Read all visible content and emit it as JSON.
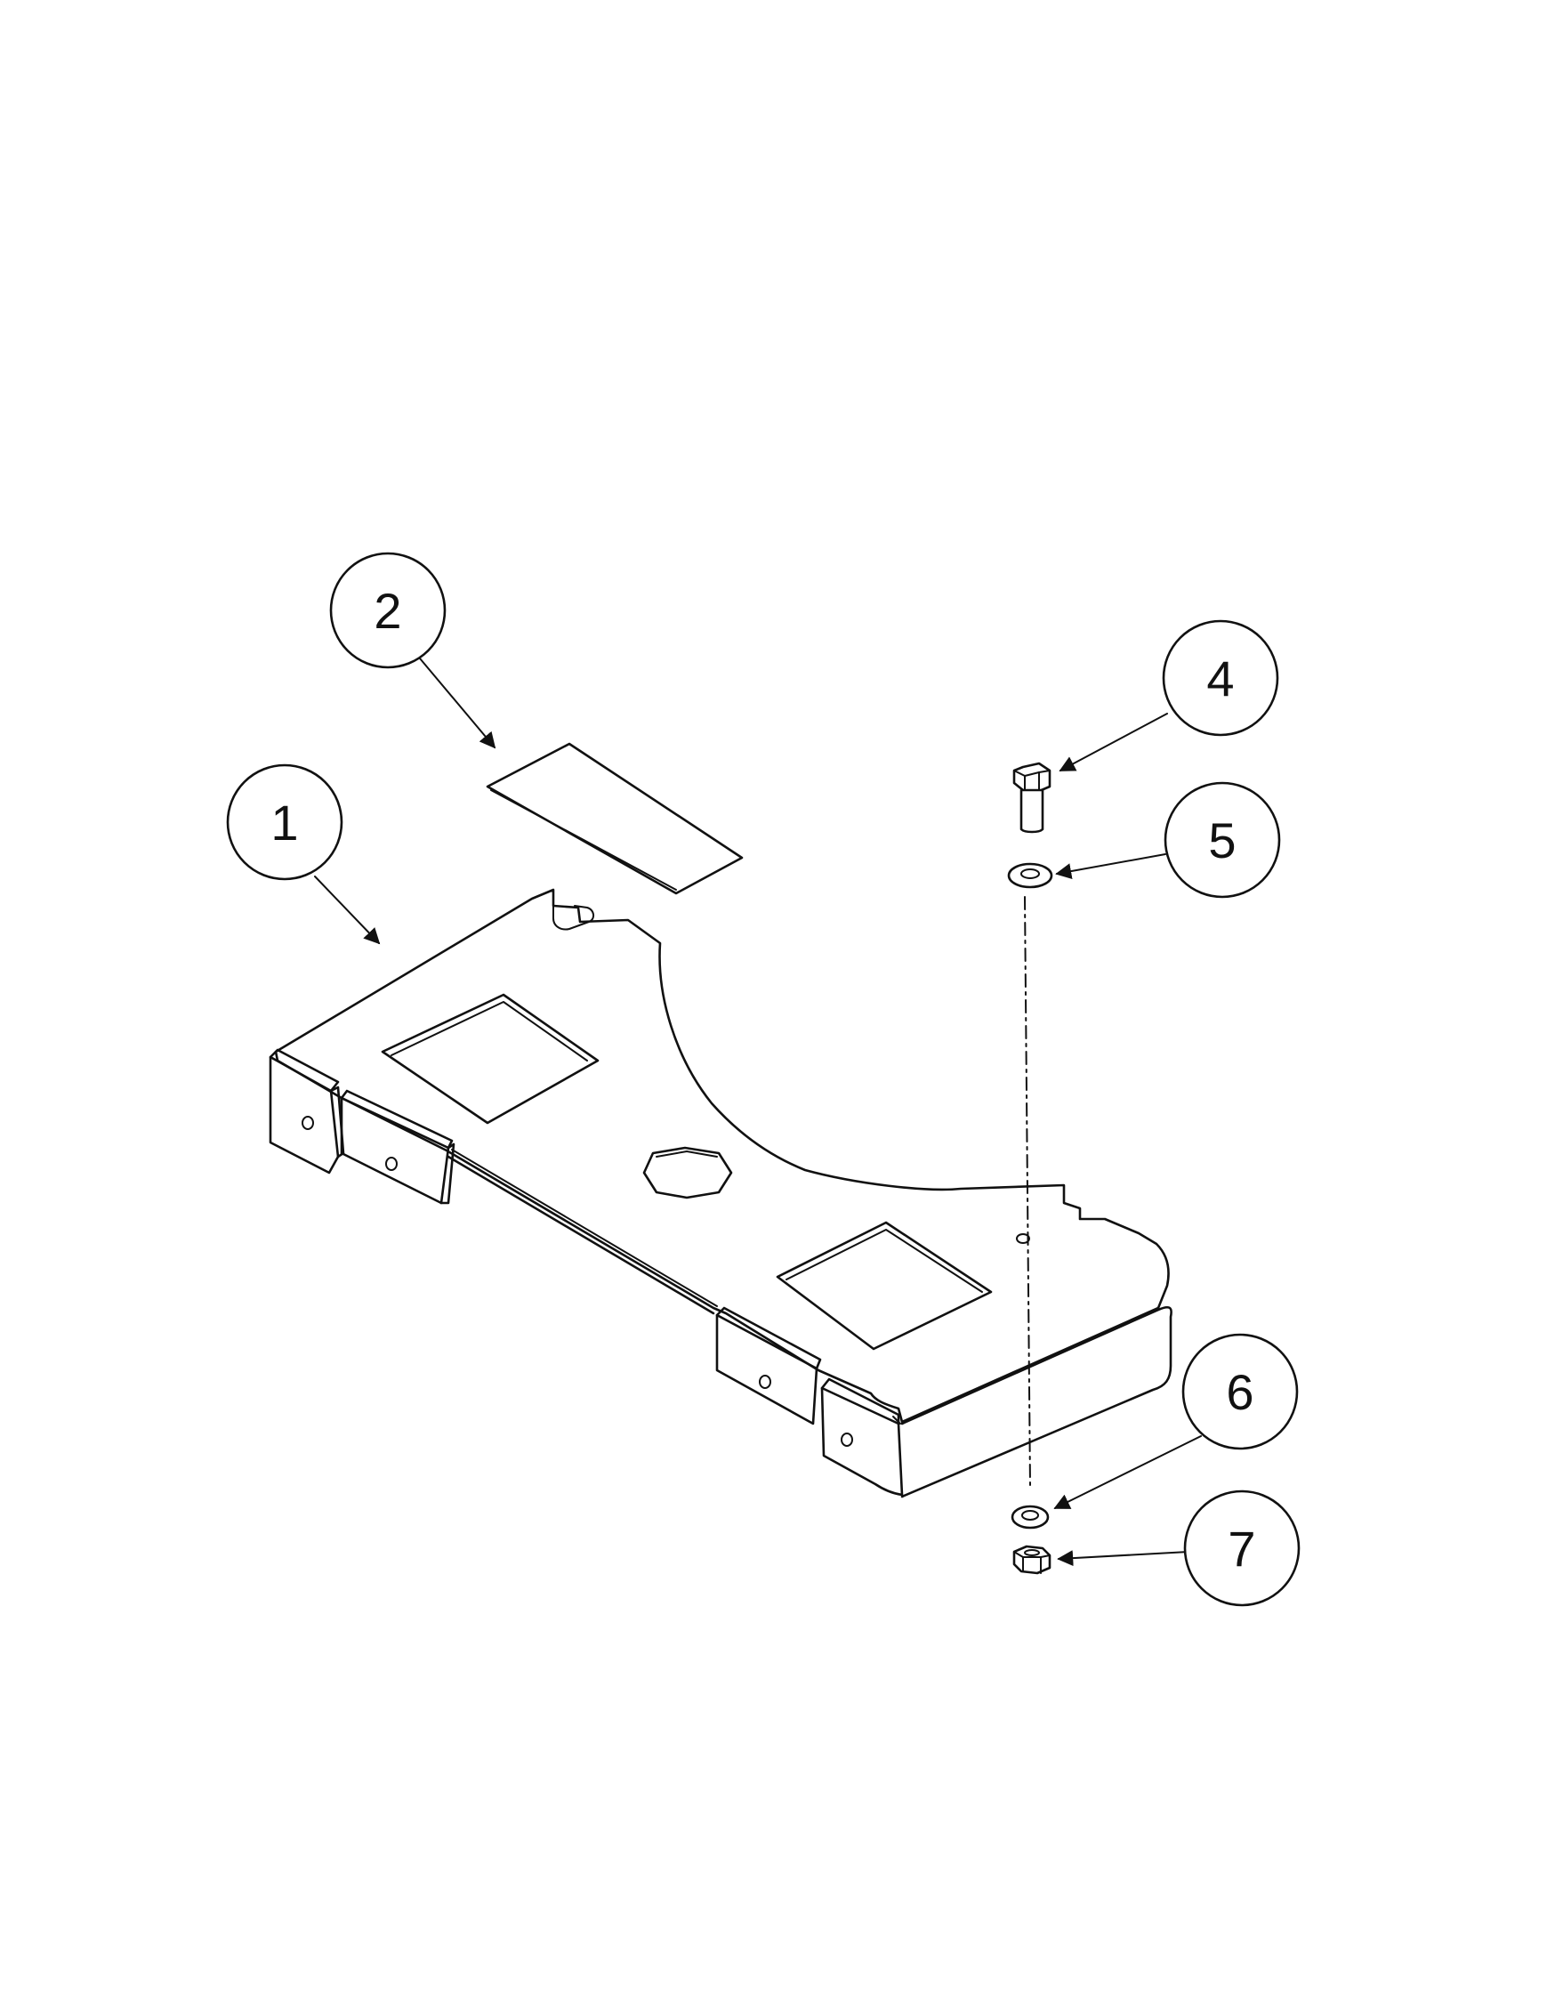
{
  "callouts": {
    "c1": "1",
    "c2": "2",
    "c4": "4",
    "c5": "5",
    "c6": "6",
    "c7": "7"
  }
}
